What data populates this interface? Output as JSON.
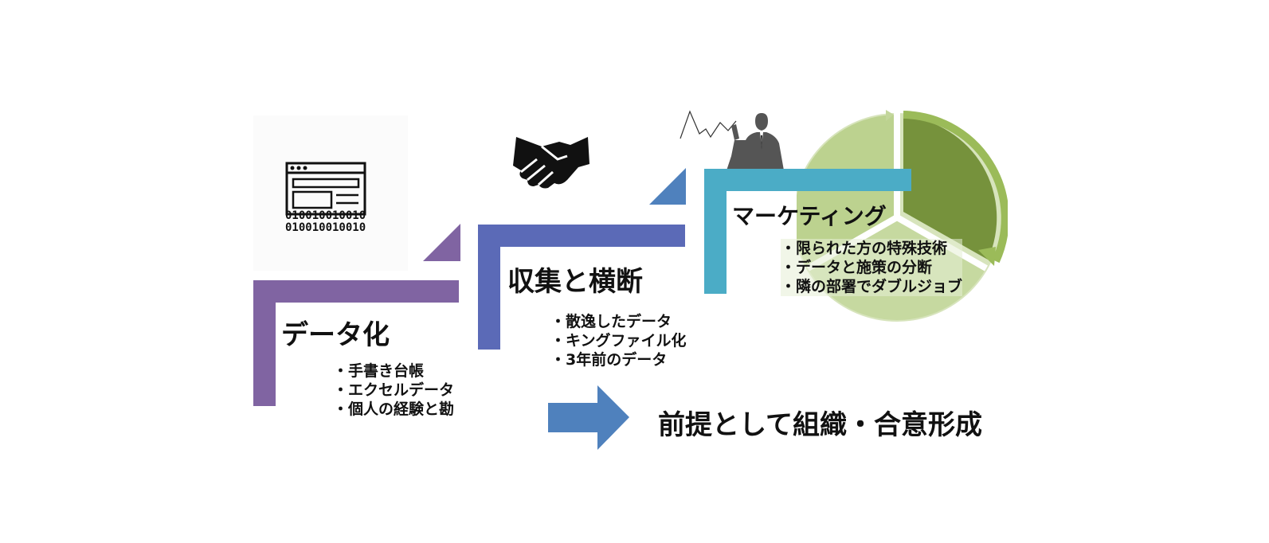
{
  "colors": {
    "step1": "#8064a2",
    "step2": "#5b6ab7",
    "step3": "#4bacc6",
    "accent_arrow": "#4f81bd",
    "cycle_dark": "#76923c",
    "cycle_light": "#c3d69b",
    "cycle_mid": "#9bbb59"
  },
  "steps": [
    {
      "title": "データ化",
      "icon": "web-page-binary-icon",
      "bullets": [
        "手書き台帳",
        "エクセルデータ",
        "個人の経験と勘"
      ]
    },
    {
      "title": "収集と横断",
      "icon": "handshake-icon",
      "bullets": [
        "散逸したデータ",
        "キングファイル化",
        "3年前のデータ"
      ]
    },
    {
      "title": "マーケティング",
      "icon": "businessman-chart-icon",
      "bullets": [
        "限られた方の特殊技術",
        "データと施策の分断",
        "隣の部署でダブルジョブ"
      ]
    }
  ],
  "conclusion": {
    "icon": "right-arrow-icon",
    "text": "前提として組織・合意形成"
  }
}
